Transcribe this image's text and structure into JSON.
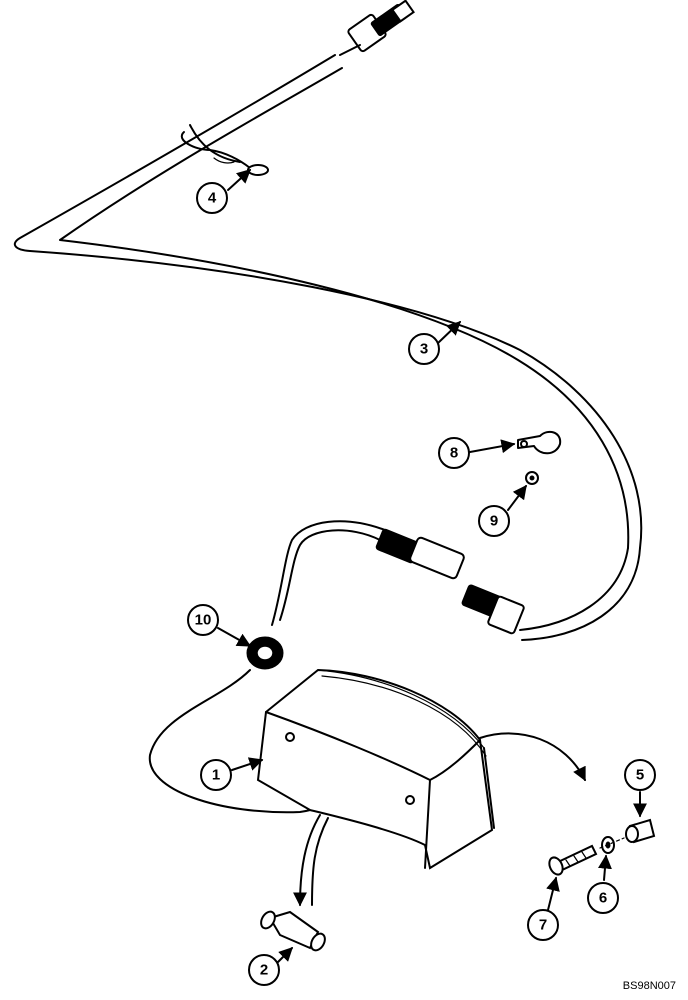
{
  "callouts": [
    {
      "id": "1",
      "label": "1"
    },
    {
      "id": "2",
      "label": "2"
    },
    {
      "id": "3",
      "label": "3"
    },
    {
      "id": "4",
      "label": "4"
    },
    {
      "id": "5",
      "label": "5"
    },
    {
      "id": "6",
      "label": "6"
    },
    {
      "id": "7",
      "label": "7"
    },
    {
      "id": "8",
      "label": "8"
    },
    {
      "id": "9",
      "label": "9"
    },
    {
      "id": "10",
      "label": "10"
    }
  ],
  "drawing_code": "BS98N007"
}
